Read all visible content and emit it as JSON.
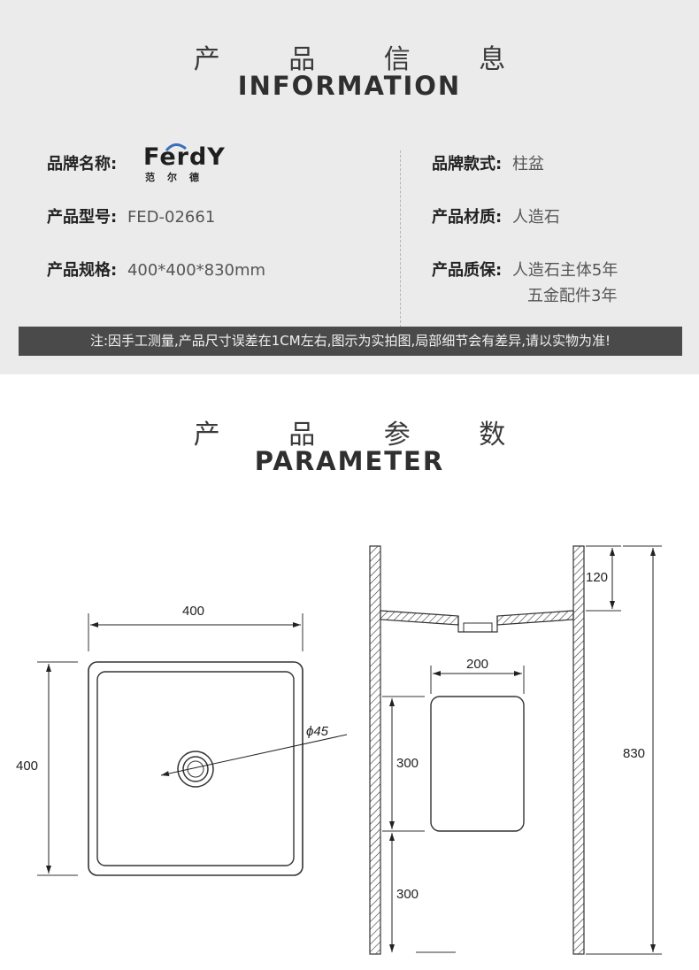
{
  "info": {
    "title_cn": "产 品 信 息",
    "title_en": "INFORMATION",
    "brand_label": "品牌名称:",
    "brand_logo_text": "FerdY",
    "brand_logo_cn": "范尔德",
    "model_label": "产品型号:",
    "model_value": "FED-02661",
    "spec_label": "产品规格:",
    "spec_value": "400*400*830mm",
    "style_label": "品牌款式:",
    "style_value": "柱盆",
    "material_label": "产品材质:",
    "material_value": "人造石",
    "warranty_label": "产品质保:",
    "warranty_line1": "人造石主体5年",
    "warranty_line2": "五金配件3年",
    "notice": "注:因手工测量,产品尺寸误差在1CM左右,图示为实拍图,局部细节会有差异,请以实物为准!"
  },
  "parameter": {
    "title_cn": "产 品 参 数",
    "title_en": "PARAMETER",
    "top_view": {
      "width_dim": "400",
      "depth_dim": "400",
      "drain_dim": "ϕ45"
    },
    "side_view": {
      "basin_depth": "120",
      "opening_width": "200",
      "opening_height": "300",
      "bottom_height": "300",
      "total_height": "830"
    }
  },
  "colors": {
    "info_bg": "#ebebeb",
    "notice_bg": "#4a4a4a",
    "line": "#333333"
  }
}
